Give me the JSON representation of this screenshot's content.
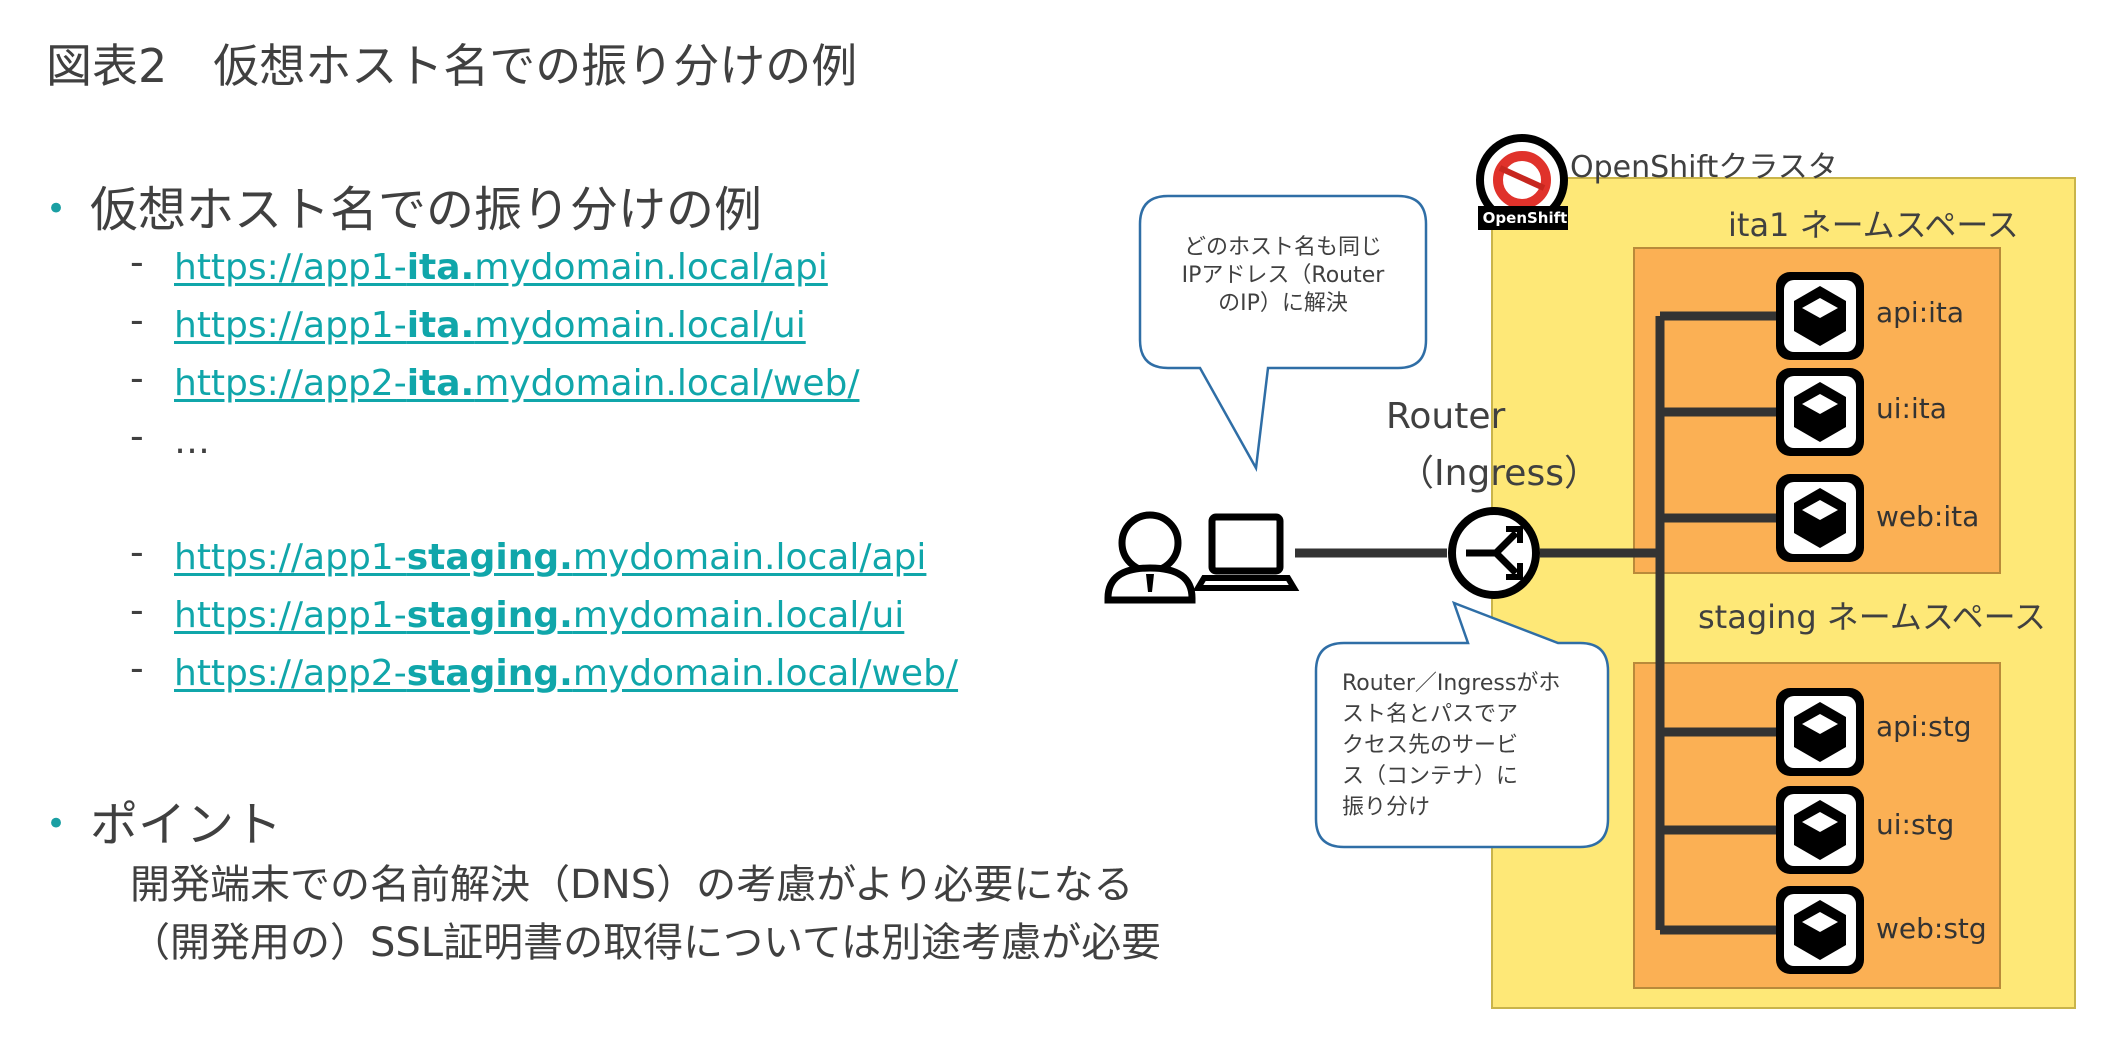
{
  "slide": {
    "title": "図表2　仮想ホスト名での振り分けの例"
  },
  "bullets": {
    "section1": {
      "heading": "仮想ホスト名での振り分けの例",
      "items": [
        {
          "prefix": "https://app1-",
          "bold": "ita.",
          "suffix": "mydomain.local/api"
        },
        {
          "prefix": "https://app1-",
          "bold": "ita.",
          "suffix": "mydomain.local/ui"
        },
        {
          "prefix": "https://app2-",
          "bold": "ita.",
          "suffix": "mydomain.local/web/"
        },
        {
          "ellipsis": "…"
        },
        {
          "prefix": "https://app1-",
          "bold": "staging.",
          "suffix": "mydomain.local/api"
        },
        {
          "prefix": "https://app1-",
          "bold": "staging.",
          "suffix": "mydomain.local/ui"
        },
        {
          "prefix": "https://app2-",
          "bold": "staging.",
          "suffix": "mydomain.local/web/"
        }
      ]
    },
    "section2": {
      "heading": "ポイント",
      "lines": [
        "開発端末での名前解決（DNS）の考慮がより必要になる",
        "（開発用の）SSL証明書の取得については別途考慮が必要"
      ]
    }
  },
  "diagram": {
    "cluster_label": "OpenShiftクラスタ",
    "openshift_logo_text": "OpenShift",
    "router_label_line1": "Router",
    "router_label_line2": "（Ingress）",
    "bubble_top": {
      "line1": "どのホスト名も同じ",
      "line2": "IPアドレス（Router",
      "line3": "のIP）に解決"
    },
    "bubble_bottom": {
      "line1": "Router／Ingressがホ",
      "line2": "スト名とパスでア",
      "line3": "クセス先のサービ",
      "line4": "ス（コンテナ）に",
      "line5": "振り分け"
    },
    "namespaces": [
      {
        "label": "ita1 ネームスペース",
        "services": [
          "api:ita",
          "ui:ita",
          "web:ita"
        ]
      },
      {
        "label": "staging ネームスペース",
        "services": [
          "api:stg",
          "ui:stg",
          "web:stg"
        ]
      }
    ],
    "colors": {
      "cluster_fill": "#fee877",
      "namespace_fill": "#fbb054",
      "accent_link": "#10a6aa",
      "bubble_border": "#2f6ea6"
    }
  }
}
